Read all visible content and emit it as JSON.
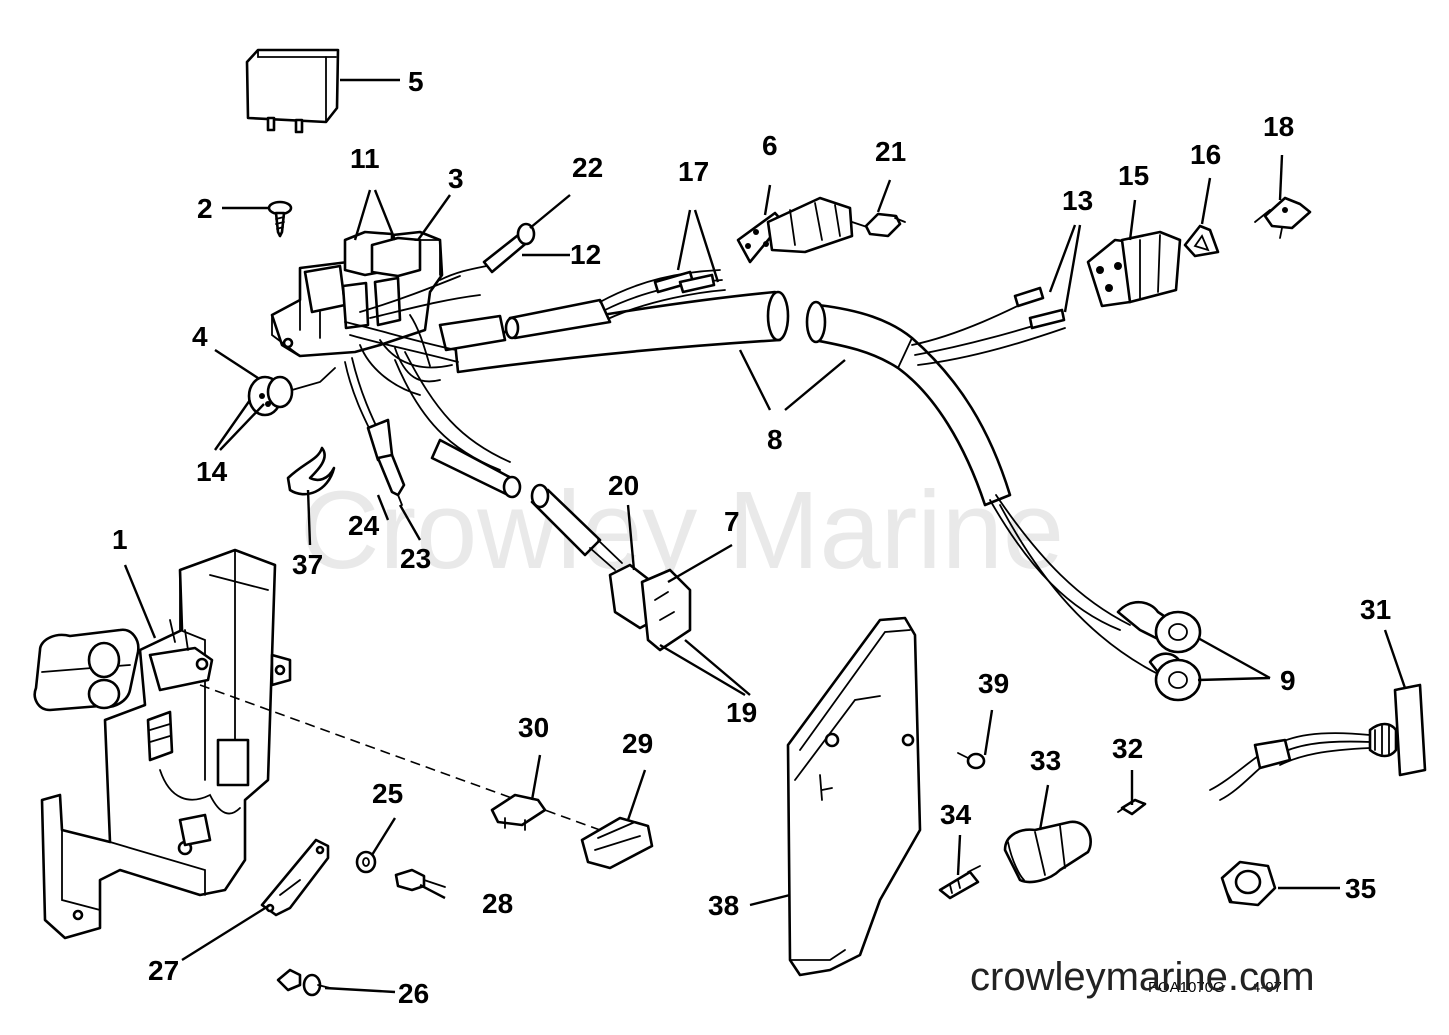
{
  "watermark": "Crowley Marine",
  "site_url": "crowleymarine.com",
  "drawing_code": "POA1070G",
  "drawing_date": "4-97",
  "callouts": {
    "c1": "1",
    "c2": "2",
    "c3": "3",
    "c4": "4",
    "c5": "5",
    "c6": "6",
    "c7": "7",
    "c8": "8",
    "c9": "9",
    "c11": "11",
    "c12": "12",
    "c13": "13",
    "c14": "14",
    "c15": "15",
    "c16": "16",
    "c17": "17",
    "c18": "18",
    "c19": "19",
    "c20": "20",
    "c21": "21",
    "c22": "22",
    "c23": "23",
    "c24": "24",
    "c25": "25",
    "c26": "26",
    "c27": "27",
    "c28": "28",
    "c29": "29",
    "c30": "30",
    "c31": "31",
    "c32": "32",
    "c33": "33",
    "c34": "34",
    "c35": "35",
    "c37": "37",
    "c38": "38",
    "c39": "39"
  }
}
